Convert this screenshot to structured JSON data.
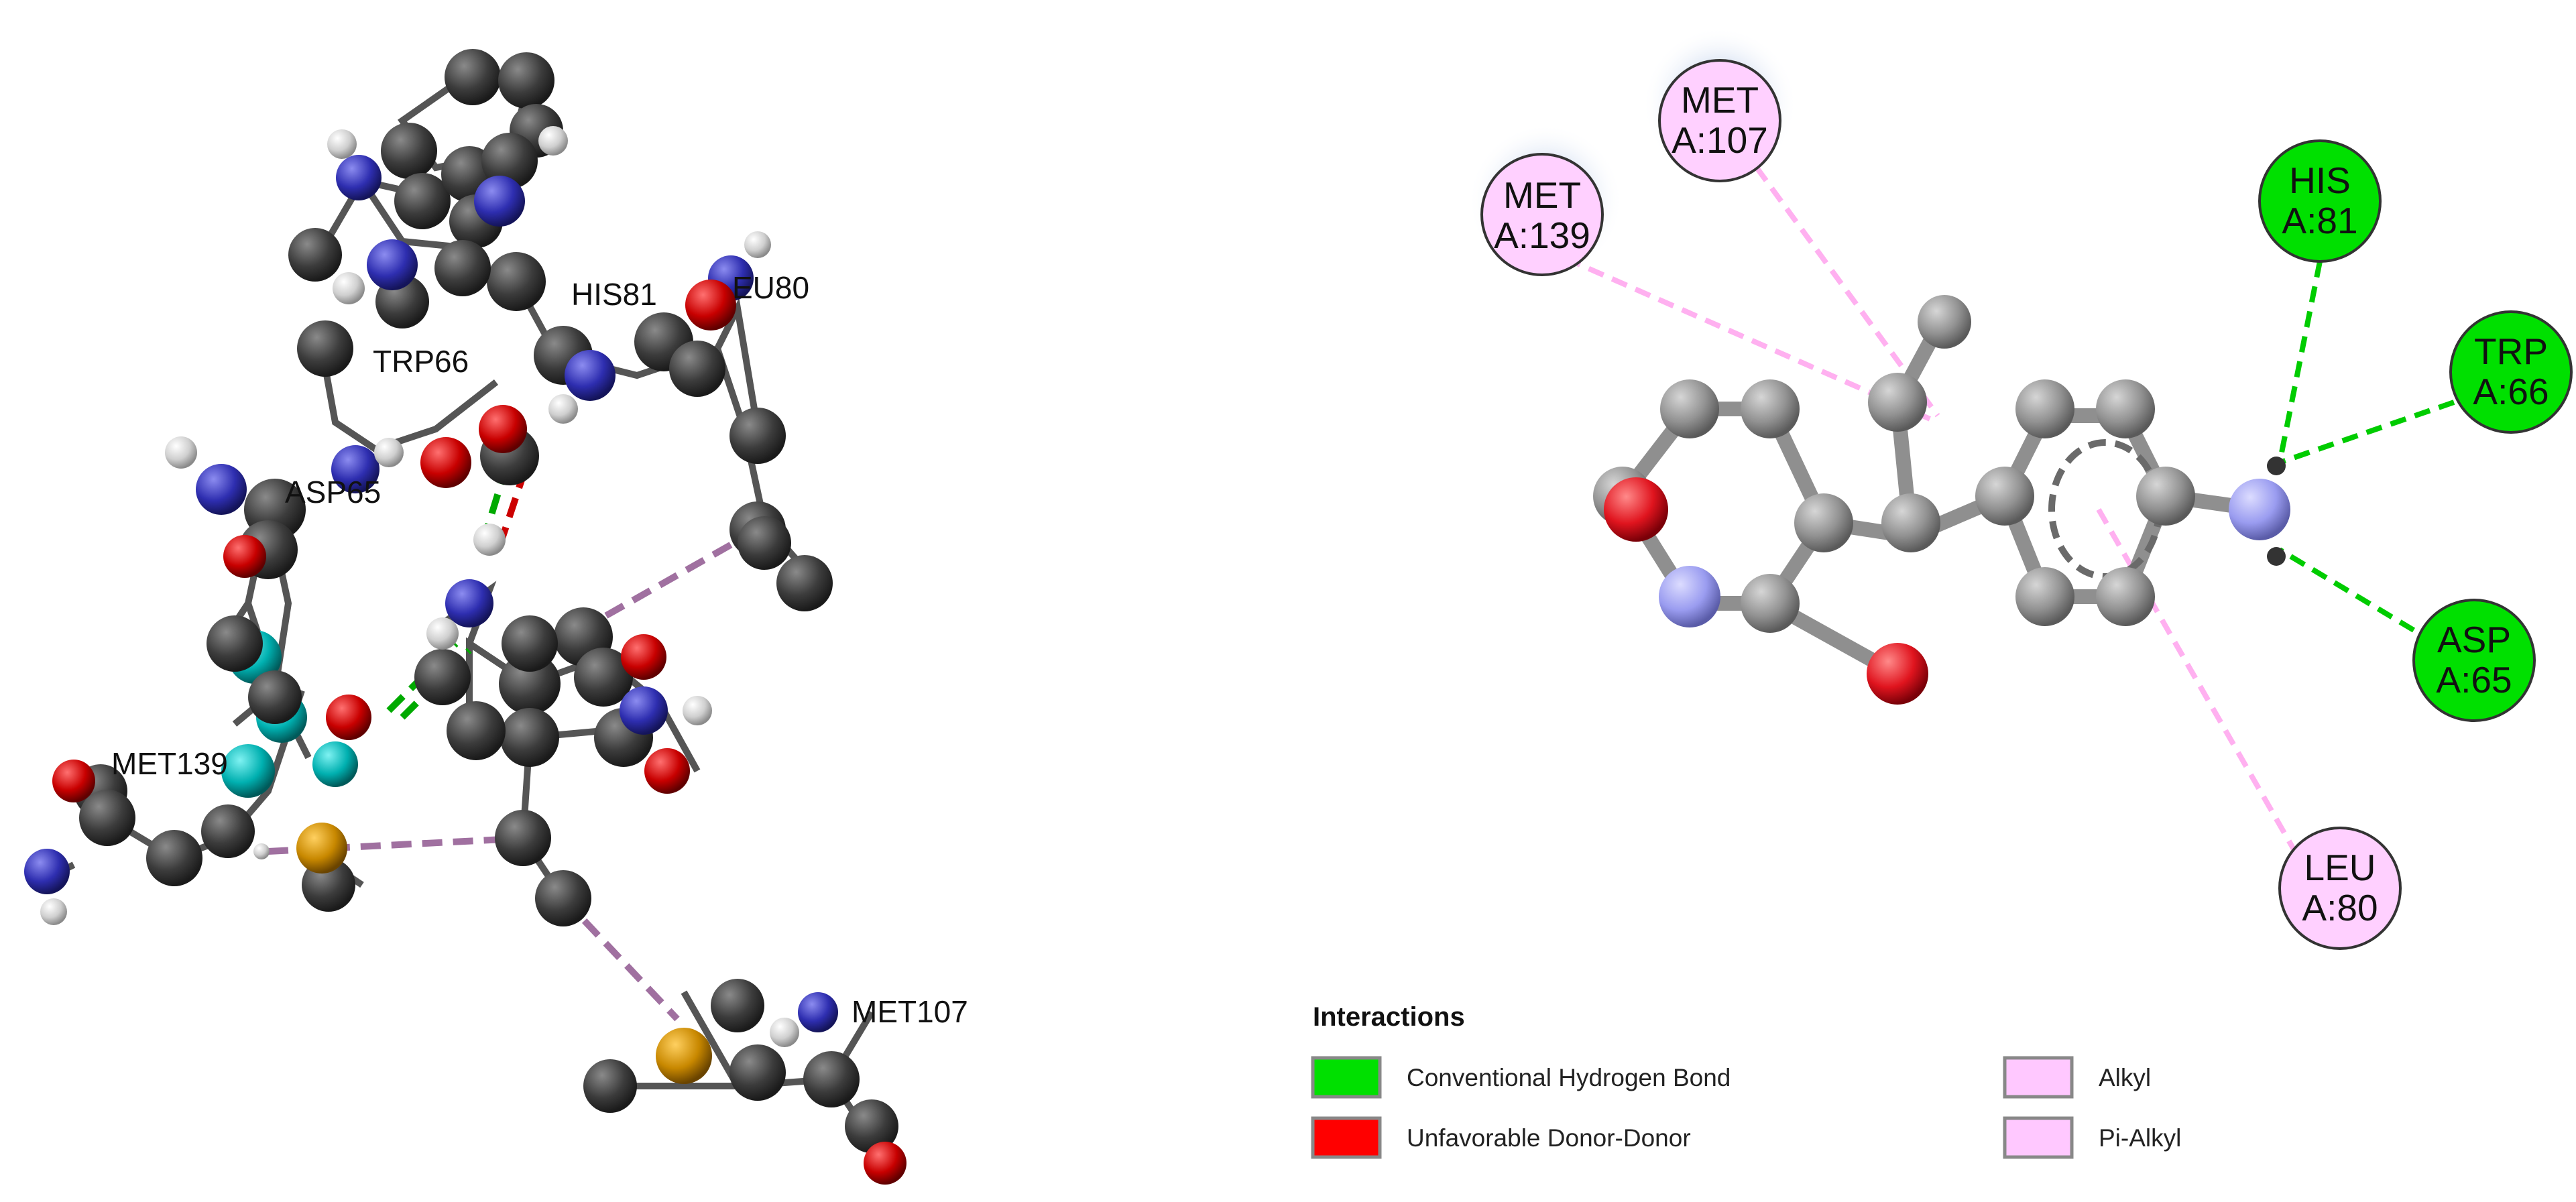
{
  "left_panel": {
    "residue_labels": [
      "HIS81",
      "EU80",
      "TRP66",
      "ASP65",
      "MET139",
      "MET107"
    ]
  },
  "right_panel": {
    "residues": [
      {
        "id": "met139",
        "name": "MET",
        "chain": "A:139",
        "interaction": "Alkyl",
        "color": "#ffd0ff"
      },
      {
        "id": "met107",
        "name": "MET",
        "chain": "A:107",
        "interaction": "Alkyl",
        "color": "#ffd0ff"
      },
      {
        "id": "his81",
        "name": "HIS",
        "chain": "A:81",
        "interaction": "Conventional Hydrogen Bond",
        "color": "#00e000"
      },
      {
        "id": "trp66",
        "name": "TRP",
        "chain": "A:66",
        "interaction": "Conventional Hydrogen Bond",
        "color": "#00e000"
      },
      {
        "id": "asp65",
        "name": "ASP",
        "chain": "A:65",
        "interaction": "Conventional Hydrogen Bond",
        "color": "#00e000"
      },
      {
        "id": "leu80",
        "name": "LEU",
        "chain": "A:80",
        "interaction": "Pi-Alkyl",
        "color": "#ffd0ff"
      }
    ]
  },
  "legend": {
    "title": "Interactions",
    "items": [
      {
        "label": "Conventional Hydrogen Bond",
        "color": "#00e000"
      },
      {
        "label": "Unfavorable Donor-Donor",
        "color": "#ff0000"
      },
      {
        "label": "Alkyl",
        "color": "#ffc8ff"
      },
      {
        "label": "Pi-Alkyl",
        "color": "#ffc8ff"
      }
    ]
  },
  "colors": {
    "carbon_3d": "#3a3a3a",
    "nitrogen_3d": "#2a2ab0",
    "oxygen_3d": "#c40000",
    "hydrogen_3d": "#d8d8d8",
    "sulfur_3d": "#c88a00",
    "ligand_highlight": "#00b5b5",
    "carbon_2d": "#8c8c8c",
    "nitrogen_2d": "#9a9cf0",
    "oxygen_2d": "#e0141e"
  }
}
